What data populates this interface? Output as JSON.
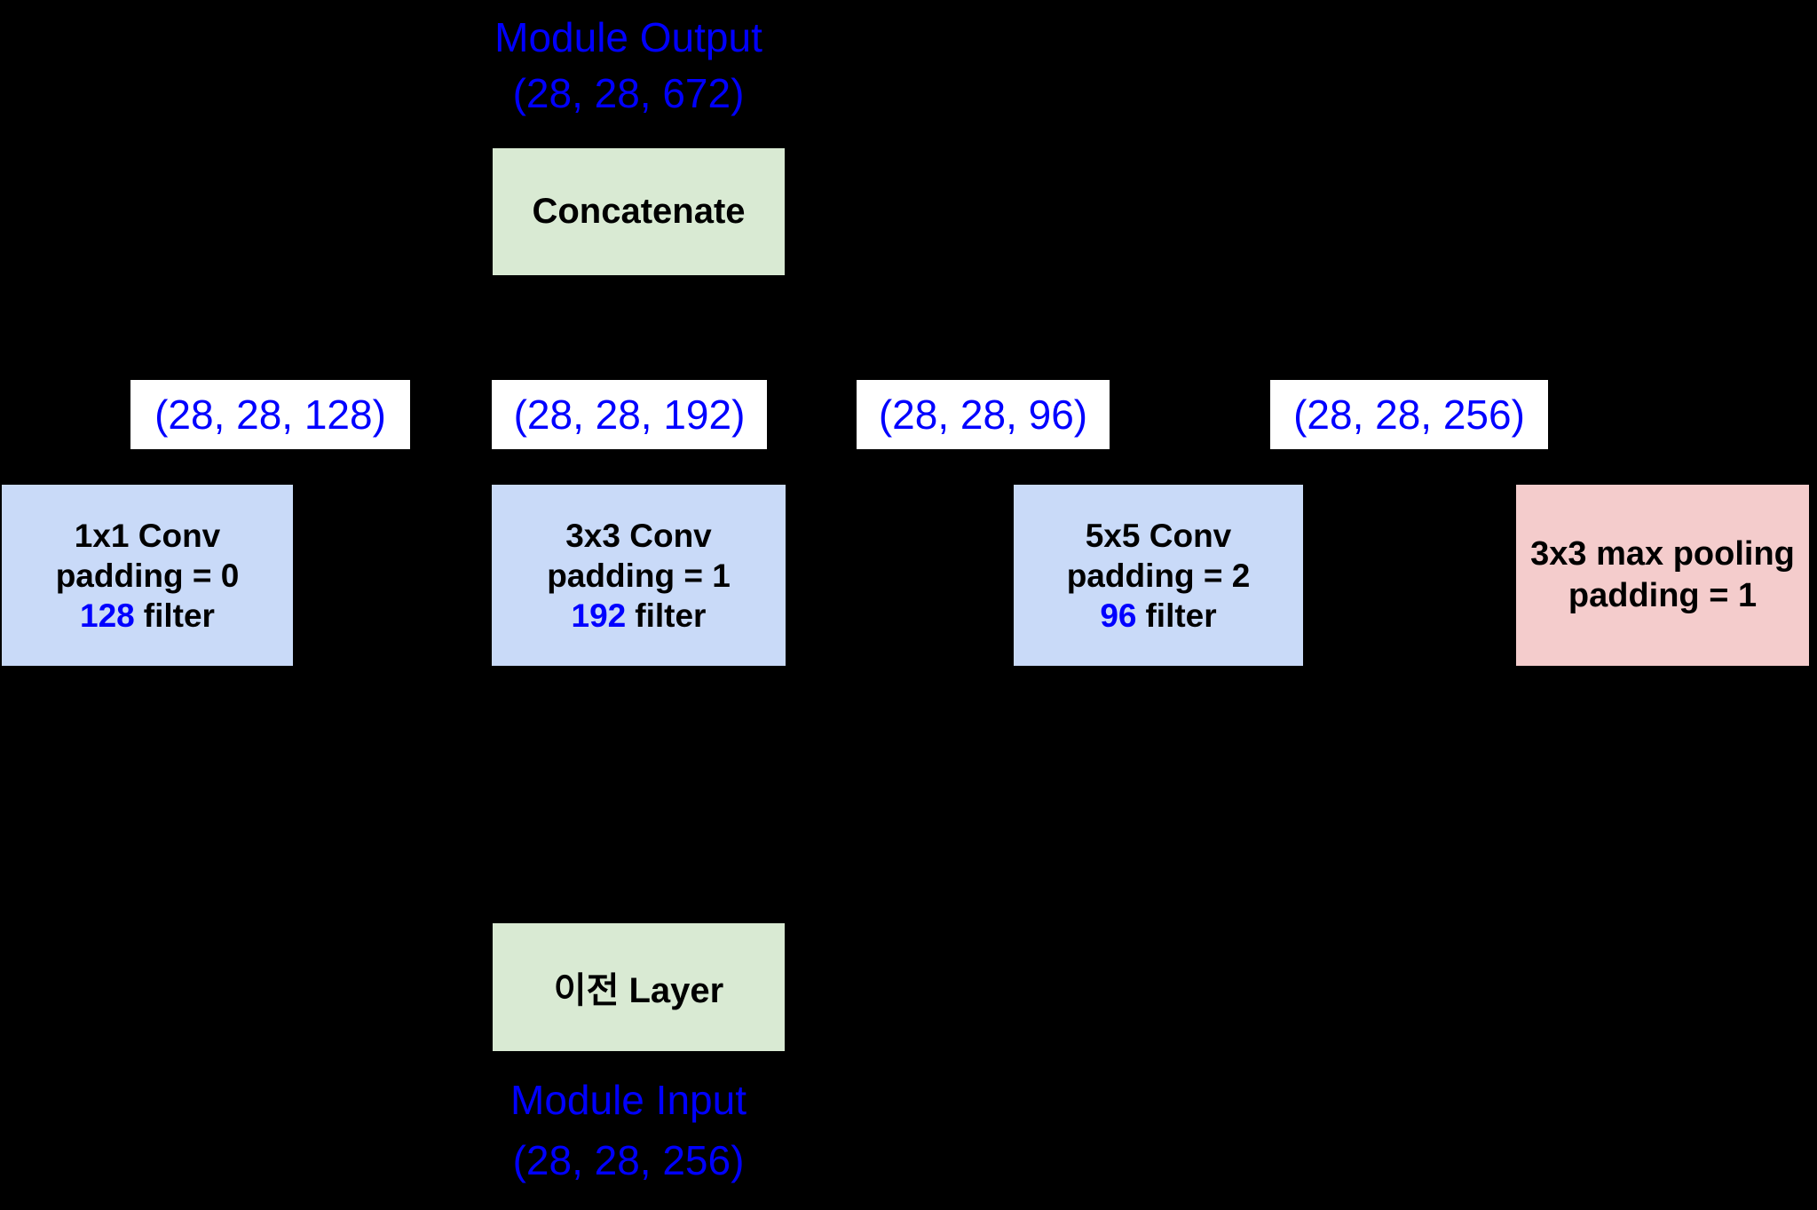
{
  "colors": {
    "background": "#000000",
    "box_green": "#d9ead3",
    "box_blue": "#c9daf8",
    "box_pink": "#f4cccc",
    "label_bg": "#ffffff",
    "text_blue": "#0000ff",
    "text_black": "#000000",
    "arrow": "#000000"
  },
  "module_output": {
    "title": "Module Output",
    "shape": "(28, 28, 672)"
  },
  "concatenate_label": "Concatenate",
  "branches": [
    {
      "shape": "(28, 28, 128)",
      "line1": "1x1 Conv",
      "line2": "padding = 0",
      "filters": "128",
      "filter_word": "filter"
    },
    {
      "shape": "(28, 28, 192)",
      "line1": "3x3 Conv",
      "line2": "padding = 1",
      "filters": "192",
      "filter_word": "filter"
    },
    {
      "shape": "(28, 28, 96)",
      "line1": "5x5 Conv",
      "line2": "padding = 2",
      "filters": "96",
      "filter_word": "filter"
    },
    {
      "shape": "(28, 28, 256)",
      "line1": "3x3 max pooling",
      "line2": "padding = 1"
    }
  ],
  "previous_layer_label": "이전 Layer",
  "module_input": {
    "title": "Module Input",
    "shape": "(28, 28, 256)"
  }
}
